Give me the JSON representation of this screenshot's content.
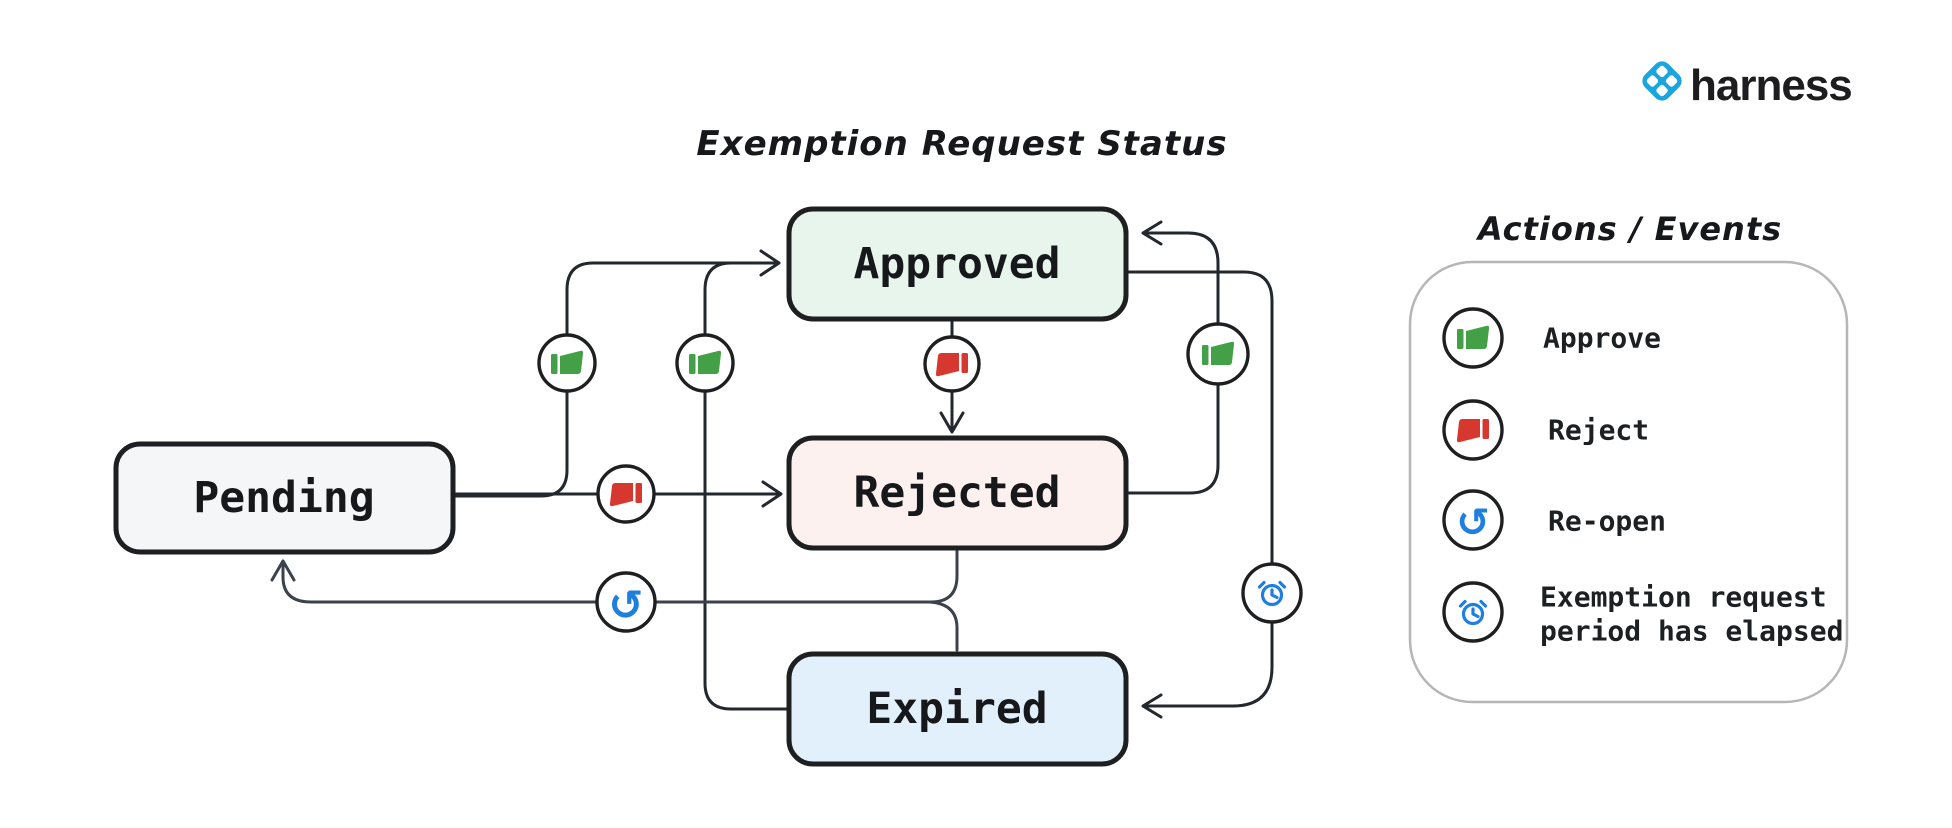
{
  "brand": {
    "name": "harness",
    "logo_blue": "#1ba5e0",
    "text_color": "#1d1d20"
  },
  "diagram": {
    "title": "Exemption Request Status",
    "states": {
      "pending": {
        "label": "Pending",
        "fill": "#f5f6f8"
      },
      "approved": {
        "label": "Approved",
        "fill": "#e8f5ec"
      },
      "rejected": {
        "label": "Rejected",
        "fill": "#fdf1ef"
      },
      "expired": {
        "label": "Expired",
        "fill": "#e2f0fb"
      }
    },
    "transitions": [
      {
        "from": "Pending",
        "to": "Approved",
        "action": "Approve"
      },
      {
        "from": "Pending",
        "to": "Rejected",
        "action": "Reject"
      },
      {
        "from": "Approved",
        "to": "Rejected",
        "action": "Reject"
      },
      {
        "from": "Rejected",
        "to": "Approved",
        "action": "Approve"
      },
      {
        "from": "Expired",
        "to": "Approved",
        "action": "Approve"
      },
      {
        "from": "Approved",
        "to": "Expired",
        "action": "Exemption request period has elapsed"
      },
      {
        "from": "Rejected",
        "to": "Pending",
        "action": "Re-open"
      },
      {
        "from": "Expired",
        "to": "Pending",
        "action": "Re-open"
      }
    ]
  },
  "legend": {
    "title": "Actions / Events",
    "items": [
      {
        "icon": "thumbs-up-icon",
        "label": "Approve",
        "color": "#43a047"
      },
      {
        "icon": "thumbs-down-icon",
        "label": "Reject",
        "color": "#d6382f"
      },
      {
        "icon": "reopen-icon",
        "label": "Re-open",
        "color": "#1e7fe0"
      },
      {
        "icon": "alarm-clock-icon",
        "label": "Exemption request period has elapsed",
        "label_line1": "Exemption request",
        "label_line2": "period has elapsed",
        "color": "#1e7fe0"
      }
    ]
  },
  "icons": {
    "reopen_glyph": "↺"
  },
  "colors": {
    "approve": "#43a047",
    "reject": "#d6382f",
    "reopen": "#1e7fe0",
    "elapsed": "#1e7fe0",
    "box_border": "#1d1f21",
    "edge": "#23272e",
    "legend_border": "#b6b6b6",
    "background": "#ffffff"
  }
}
